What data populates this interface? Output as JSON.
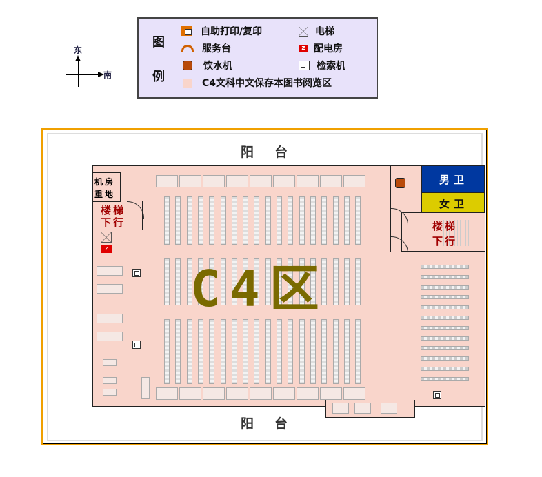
{
  "compass": {
    "north_label": "东",
    "east_label": "南"
  },
  "legend": {
    "heading_top": "图",
    "heading_bottom": "例",
    "items": [
      {
        "icon": "print-copy-icon",
        "label": "自助打印/复印"
      },
      {
        "icon": "service-desk-icon",
        "label": "服务台"
      },
      {
        "icon": "water-dispenser-icon",
        "label": "饮水机"
      },
      {
        "icon": "reading-area-swatch",
        "label": "C4文科中文保存本图书阅览区"
      },
      {
        "icon": "elevator-icon",
        "label": "电梯"
      },
      {
        "icon": "power-room-icon",
        "label": "配电房"
      },
      {
        "icon": "search-kiosk-icon",
        "label": "检索机"
      }
    ]
  },
  "map": {
    "balcony_top": "阳台",
    "balcony_bottom": "阳台",
    "zone_label": "C4区",
    "machine_room": [
      "机房",
      "重地"
    ],
    "stairs_left": [
      "楼梯",
      "下行"
    ],
    "stairs_right": [
      "楼梯",
      "下行"
    ],
    "mens_restroom": "男卫",
    "womens_restroom": "女卫",
    "power_room_glyph": "z"
  },
  "colors": {
    "reading_area": "#f9d5cb",
    "mens_restroom": "#0038a0",
    "womens_restroom": "#dccc00",
    "zone_text": "#7a6a00",
    "stairs_text": "#a00000",
    "frame": "#f0a000",
    "legend_bg": "#e8e2fa",
    "water": "#b84a0a",
    "print": "#e07000"
  }
}
